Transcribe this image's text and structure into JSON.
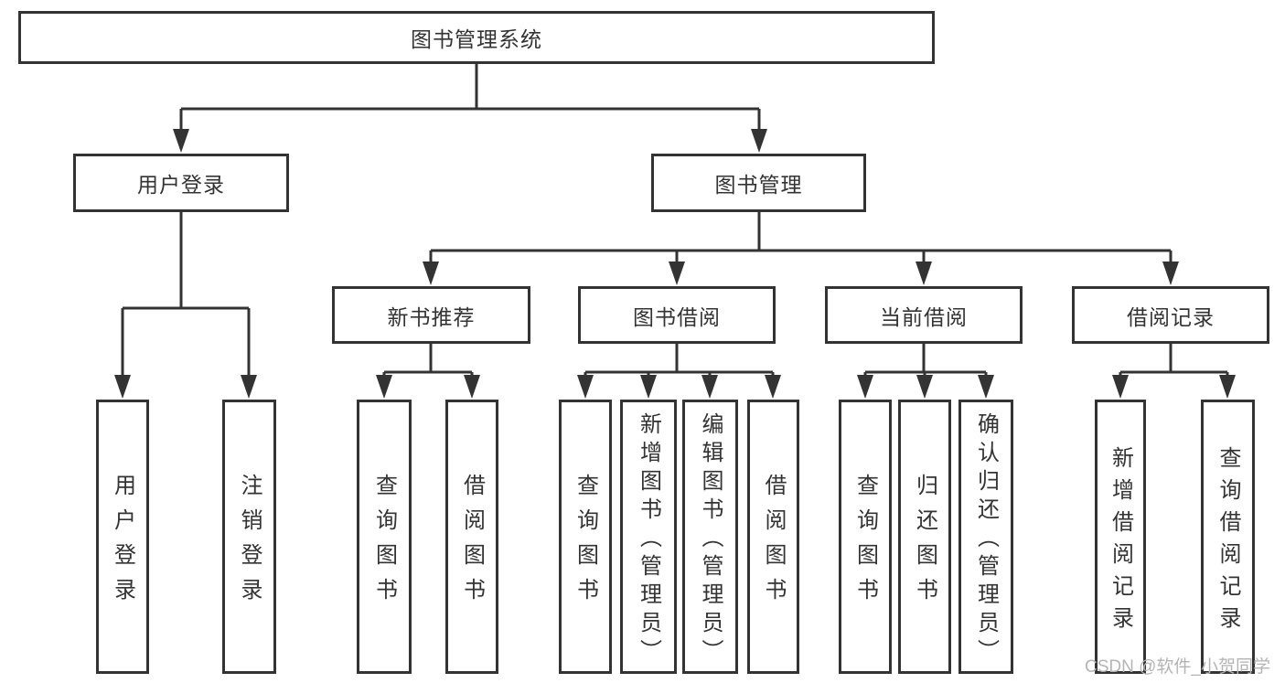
{
  "diagram": {
    "type": "hierarchy-tree",
    "tree": {
      "label": "图书管理系统",
      "children": [
        {
          "label": "用户登录",
          "children": [
            {
              "label": "用户登录"
            },
            {
              "label": "注销登录"
            }
          ]
        },
        {
          "label": "图书管理",
          "children": [
            {
              "label": "新书推荐",
              "children": [
                {
                  "label": "查询图书"
                },
                {
                  "label": "借阅图书"
                }
              ]
            },
            {
              "label": "图书借阅",
              "children": [
                {
                  "label": "查询图书"
                },
                {
                  "label": "新增图书（管理员）"
                },
                {
                  "label": "编辑图书（管理员）"
                },
                {
                  "label": "借阅图书"
                }
              ]
            },
            {
              "label": "当前借阅",
              "children": [
                {
                  "label": "查询图书"
                },
                {
                  "label": "归还图书"
                },
                {
                  "label": "确认归还（管理员）"
                }
              ]
            },
            {
              "label": "借阅记录",
              "children": [
                {
                  "label": "新增借阅记录"
                },
                {
                  "label": "查询借阅记录"
                }
              ]
            }
          ]
        }
      ]
    }
  },
  "watermark": {
    "text": "CSDN @软件_小贺同学"
  },
  "colors": {
    "background": "#ffffff",
    "node_fill": "#ffffff",
    "node_border": "#333333",
    "connector": "#333333",
    "text": "#333333",
    "watermark": "#b4b4b4"
  }
}
